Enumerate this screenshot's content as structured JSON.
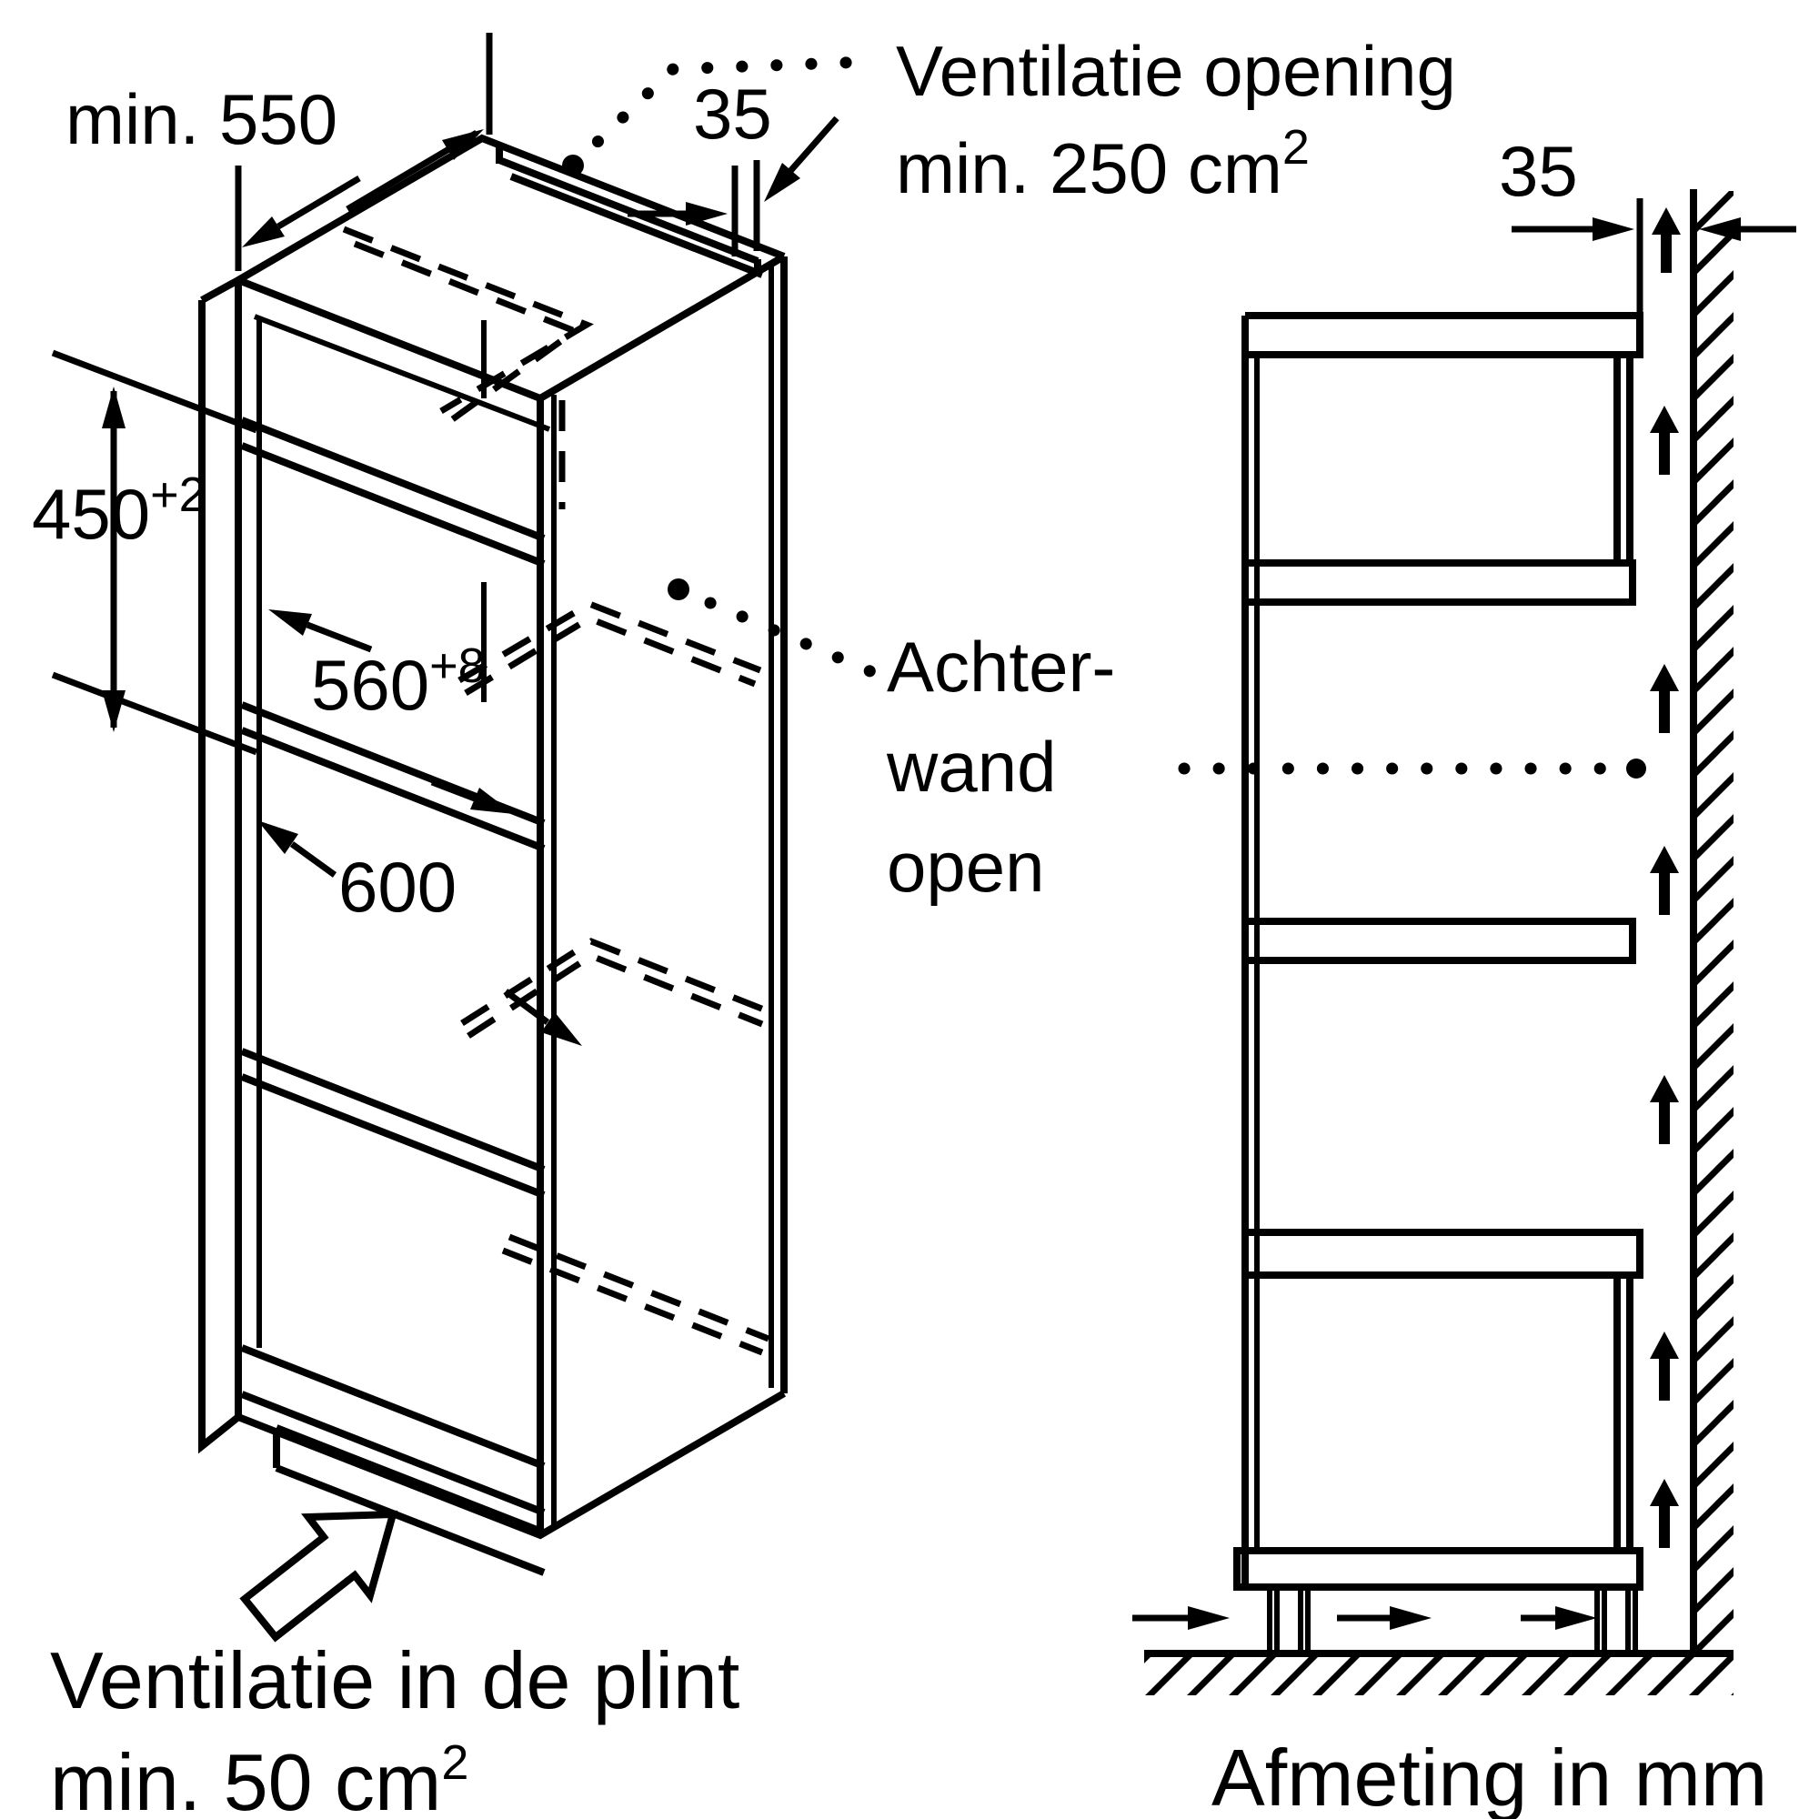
{
  "figure": {
    "type": "installation-dimension-diagram",
    "units_note": "Afmeting in mm"
  },
  "colors": {
    "ink": "#000000",
    "paper": "#ffffff"
  },
  "left_diagram": {
    "name": "isometric cabinet niche view",
    "depth_dim": "min. 550",
    "top_vent_gap_dim": "35",
    "niche_height_dim": "450",
    "niche_height_tol": "+2",
    "niche_width_dim": "560",
    "niche_width_tol": "+8",
    "cabinet_width_dim": "600",
    "top_vent_note_line1": "Ventilatie opening",
    "top_vent_note_line2": "min. 250 cm",
    "top_vent_note_sup": "2",
    "plinth_vent_note_line1": "Ventilatie in de plint",
    "plinth_vent_note_line2": "min. 50 cm",
    "plinth_vent_note_sup": "2"
  },
  "right_diagram": {
    "name": "side section view at wall",
    "wall_gap_dim": "35",
    "back_note_line1": "Achter-",
    "back_note_line2": "wand",
    "back_note_line3": "open",
    "units_caption": "Afmeting in mm"
  }
}
